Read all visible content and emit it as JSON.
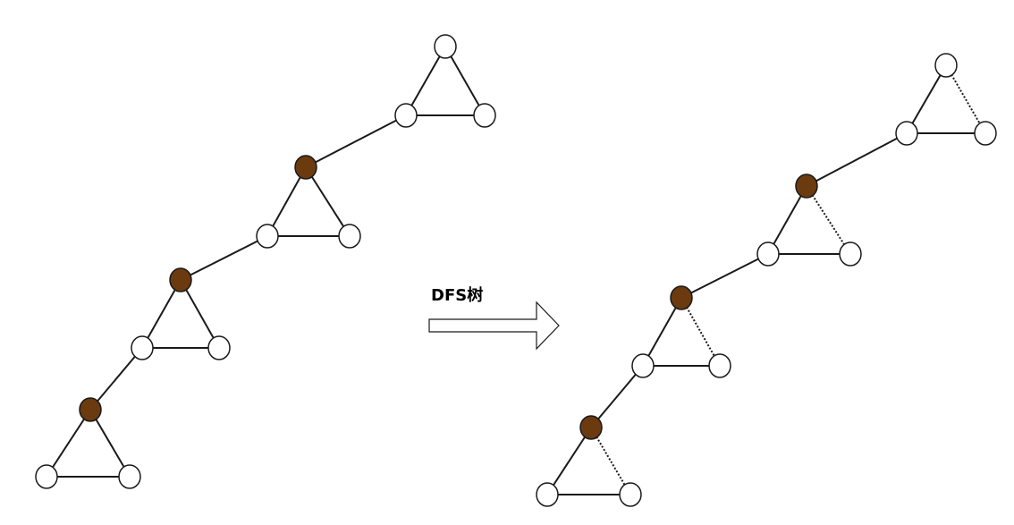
{
  "arrow": {
    "label": "DFS树"
  },
  "colors": {
    "background": "#ffffff",
    "stroke": "#1a1a1a",
    "highlight_fill": "#6b3a0e",
    "plain_fill": "#ffffff"
  },
  "graphs": [
    {
      "id": "original",
      "nodes": [
        {
          "id": "a0",
          "role": "top",
          "highlighted": false
        },
        {
          "id": "a1",
          "role": "left",
          "highlighted": false
        },
        {
          "id": "a2",
          "role": "right",
          "highlighted": false
        },
        {
          "id": "b0",
          "role": "top",
          "highlighted": true
        },
        {
          "id": "b1",
          "role": "left",
          "highlighted": false
        },
        {
          "id": "b2",
          "role": "right",
          "highlighted": false
        },
        {
          "id": "c0",
          "role": "top",
          "highlighted": true
        },
        {
          "id": "c1",
          "role": "left",
          "highlighted": false
        },
        {
          "id": "c2",
          "role": "right",
          "highlighted": false
        },
        {
          "id": "d0",
          "role": "top",
          "highlighted": true
        },
        {
          "id": "d1",
          "role": "left",
          "highlighted": false
        },
        {
          "id": "d2",
          "role": "right",
          "highlighted": false
        }
      ],
      "edges": [
        {
          "from": "a0",
          "to": "a1",
          "style": "solid"
        },
        {
          "from": "a0",
          "to": "a2",
          "style": "solid"
        },
        {
          "from": "a1",
          "to": "a2",
          "style": "solid"
        },
        {
          "from": "a1",
          "to": "b0",
          "style": "solid"
        },
        {
          "from": "b0",
          "to": "b1",
          "style": "solid"
        },
        {
          "from": "b0",
          "to": "b2",
          "style": "solid"
        },
        {
          "from": "b1",
          "to": "b2",
          "style": "solid"
        },
        {
          "from": "b1",
          "to": "c0",
          "style": "solid"
        },
        {
          "from": "c0",
          "to": "c1",
          "style": "solid"
        },
        {
          "from": "c0",
          "to": "c2",
          "style": "solid"
        },
        {
          "from": "c1",
          "to": "c2",
          "style": "solid"
        },
        {
          "from": "c1",
          "to": "d0",
          "style": "solid"
        },
        {
          "from": "d0",
          "to": "d1",
          "style": "solid"
        },
        {
          "from": "d0",
          "to": "d2",
          "style": "solid"
        },
        {
          "from": "d1",
          "to": "d2",
          "style": "solid"
        }
      ]
    },
    {
      "id": "dfs-tree",
      "nodes": [
        {
          "id": "a0",
          "role": "top",
          "highlighted": false
        },
        {
          "id": "a1",
          "role": "left",
          "highlighted": false
        },
        {
          "id": "a2",
          "role": "right",
          "highlighted": false
        },
        {
          "id": "b0",
          "role": "top",
          "highlighted": true
        },
        {
          "id": "b1",
          "role": "left",
          "highlighted": false
        },
        {
          "id": "b2",
          "role": "right",
          "highlighted": false
        },
        {
          "id": "c0",
          "role": "top",
          "highlighted": true
        },
        {
          "id": "c1",
          "role": "left",
          "highlighted": false
        },
        {
          "id": "c2",
          "role": "right",
          "highlighted": false
        },
        {
          "id": "d0",
          "role": "top",
          "highlighted": true
        },
        {
          "id": "d1",
          "role": "left",
          "highlighted": false
        },
        {
          "id": "d2",
          "role": "right",
          "highlighted": false
        }
      ],
      "edges": [
        {
          "from": "a0",
          "to": "a1",
          "style": "solid"
        },
        {
          "from": "a0",
          "to": "a2",
          "style": "dotted"
        },
        {
          "from": "a1",
          "to": "a2",
          "style": "solid"
        },
        {
          "from": "a1",
          "to": "b0",
          "style": "solid"
        },
        {
          "from": "b0",
          "to": "b1",
          "style": "solid"
        },
        {
          "from": "b0",
          "to": "b2",
          "style": "dotted"
        },
        {
          "from": "b1",
          "to": "b2",
          "style": "solid"
        },
        {
          "from": "b1",
          "to": "c0",
          "style": "solid"
        },
        {
          "from": "c0",
          "to": "c1",
          "style": "solid"
        },
        {
          "from": "c0",
          "to": "c2",
          "style": "dotted"
        },
        {
          "from": "c1",
          "to": "c2",
          "style": "solid"
        },
        {
          "from": "c1",
          "to": "d0",
          "style": "solid"
        },
        {
          "from": "d0",
          "to": "d1",
          "style": "solid"
        },
        {
          "from": "d0",
          "to": "d2",
          "style": "dotted"
        },
        {
          "from": "d1",
          "to": "d2",
          "style": "solid"
        }
      ]
    }
  ]
}
